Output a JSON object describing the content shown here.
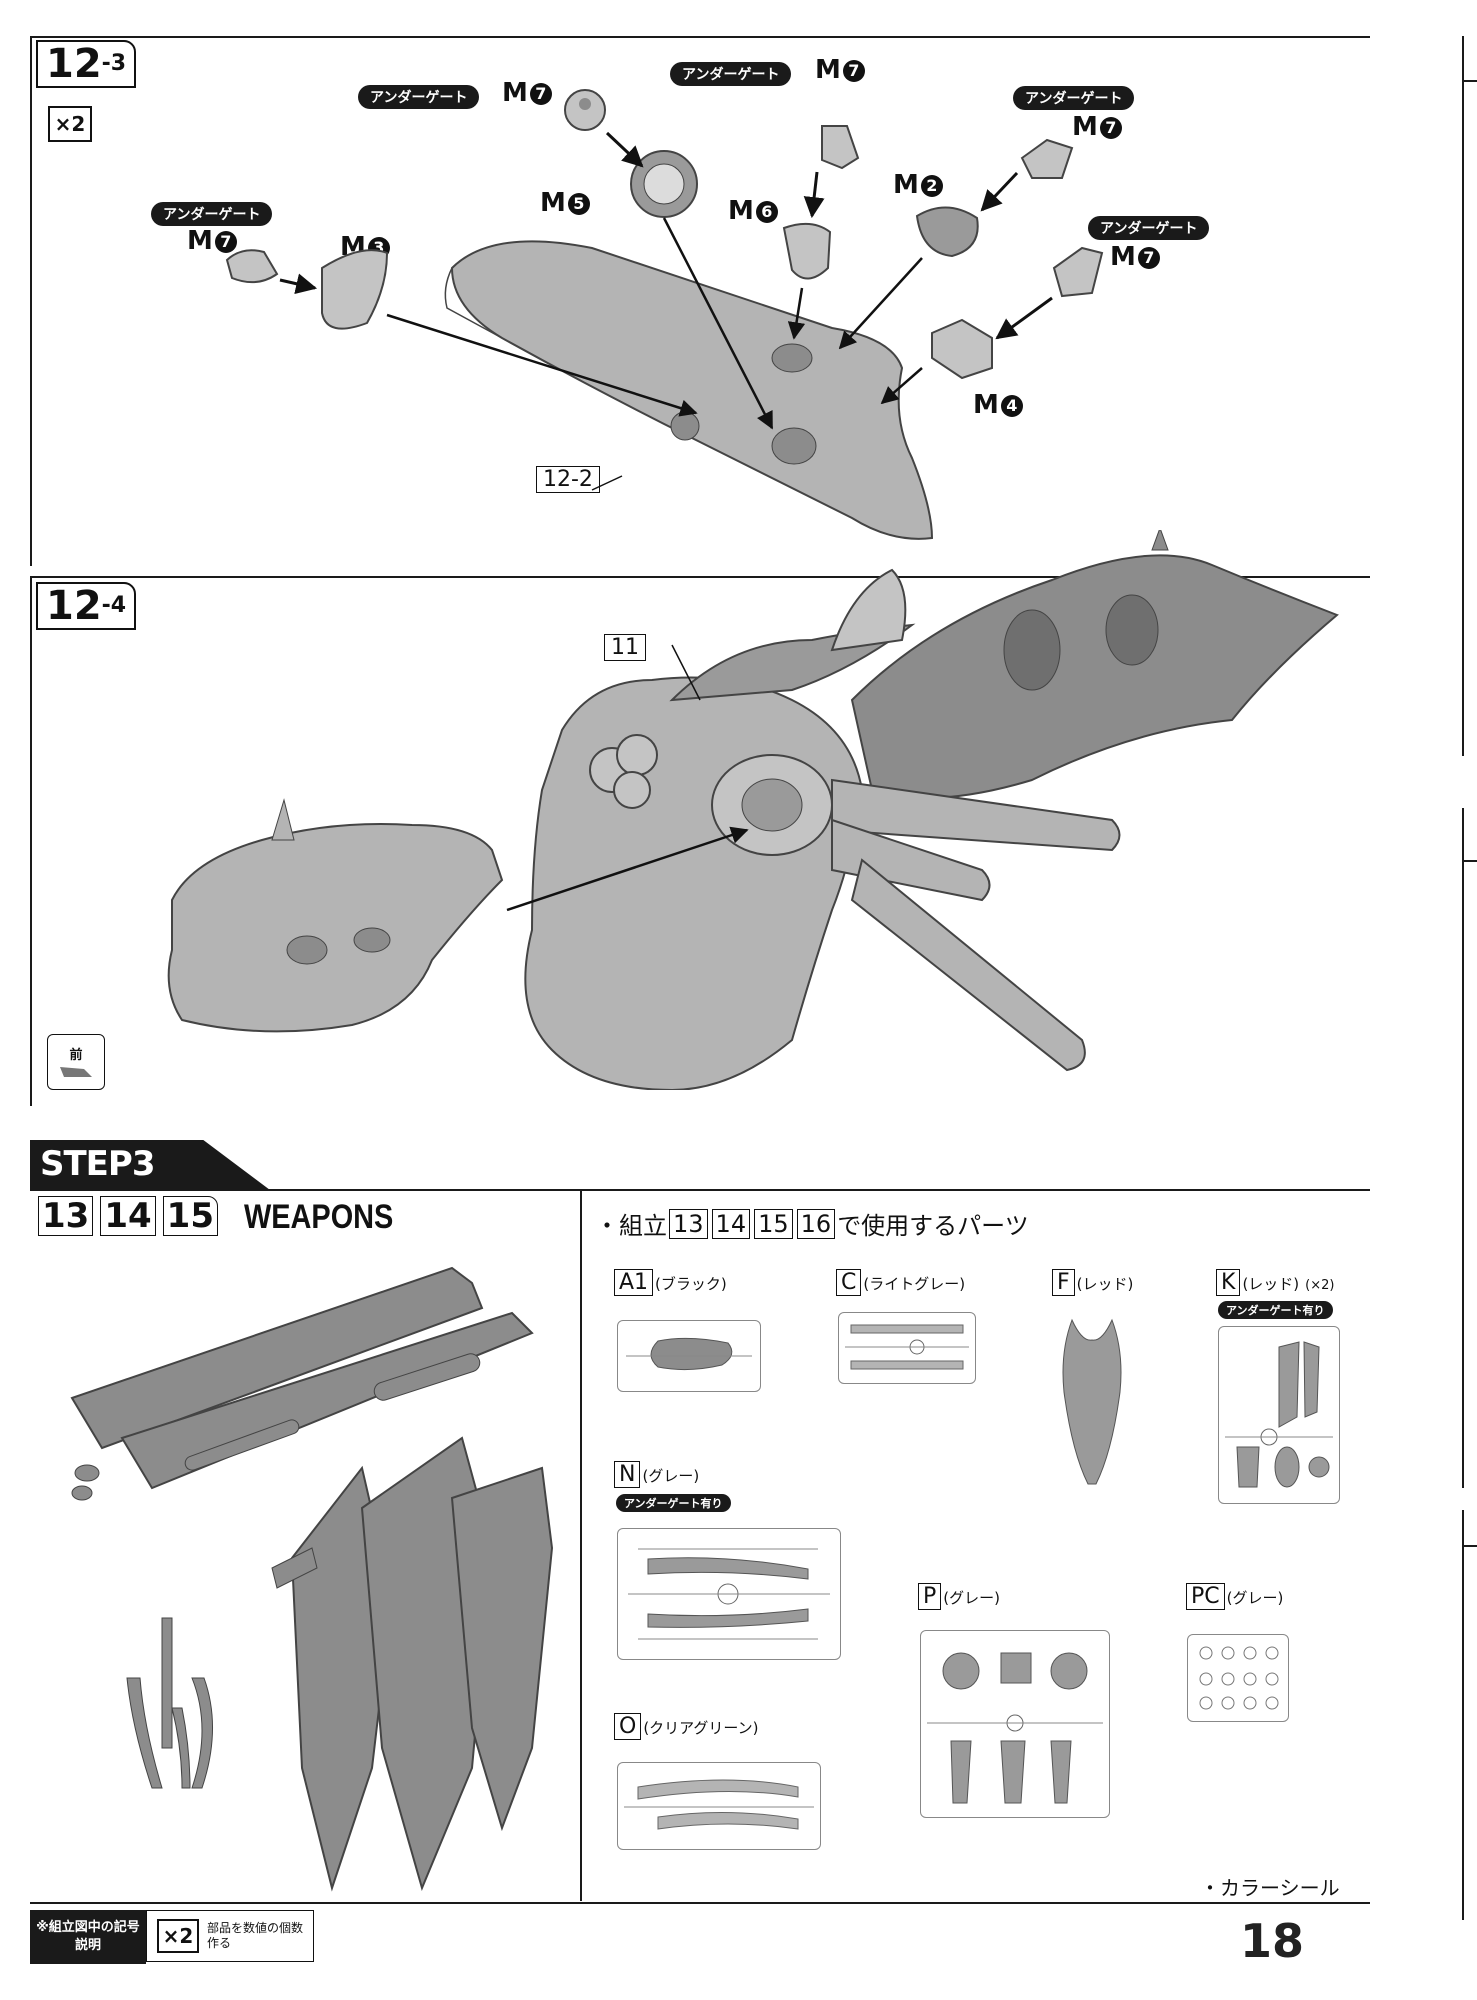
{
  "step_12_3": {
    "number": "12",
    "sub": "-3",
    "multiplier": "×2",
    "gate_label": "アンダーゲート",
    "parts": {
      "m7": "M",
      "m5": "M",
      "m6": "M",
      "m2": "M",
      "m3": "M",
      "m4": "M"
    },
    "circled": {
      "n7": "7",
      "n5": "5",
      "n6": "6",
      "n2": "2",
      "n3": "3",
      "n4": "4"
    },
    "ref": "12-2"
  },
  "step_12_4": {
    "number": "12",
    "sub": "-4",
    "ref": "11",
    "front_icon_label": "前"
  },
  "step3": {
    "title": "STEP3",
    "numbers": [
      "13",
      "14",
      "15"
    ],
    "heading": "WEAPONS"
  },
  "parts_list": {
    "prefix": "・組立",
    "numbers": [
      "13",
      "14",
      "15",
      "16"
    ],
    "suffix": "で使用するパーツ",
    "runners": [
      {
        "code": "A1",
        "color": "(ブラック)"
      },
      {
        "code": "C",
        "color": "(ライトグレー)"
      },
      {
        "code": "F",
        "color": "(レッド)"
      },
      {
        "code": "K",
        "color": "(レッド)",
        "count": "(×2)",
        "gate": "アンダーゲート有り"
      },
      {
        "code": "N",
        "color": "(グレー)",
        "gate": "アンダーゲート有り"
      },
      {
        "code": "P",
        "color": "(グレー)"
      },
      {
        "code": "PC",
        "color": "(グレー)"
      },
      {
        "code": "O",
        "color": "(クリアグリーン)"
      }
    ],
    "color_seal": "・カラーシール"
  },
  "footer": {
    "legend_title": "※組立図中の記号説明",
    "legend_icon": "×2",
    "legend_text": "部品を数値の個数作る",
    "page_number": "18"
  },
  "colors": {
    "part_fill": "#b4b4b4",
    "part_dark": "#8c8c8c",
    "line": "#1a1a1a"
  }
}
